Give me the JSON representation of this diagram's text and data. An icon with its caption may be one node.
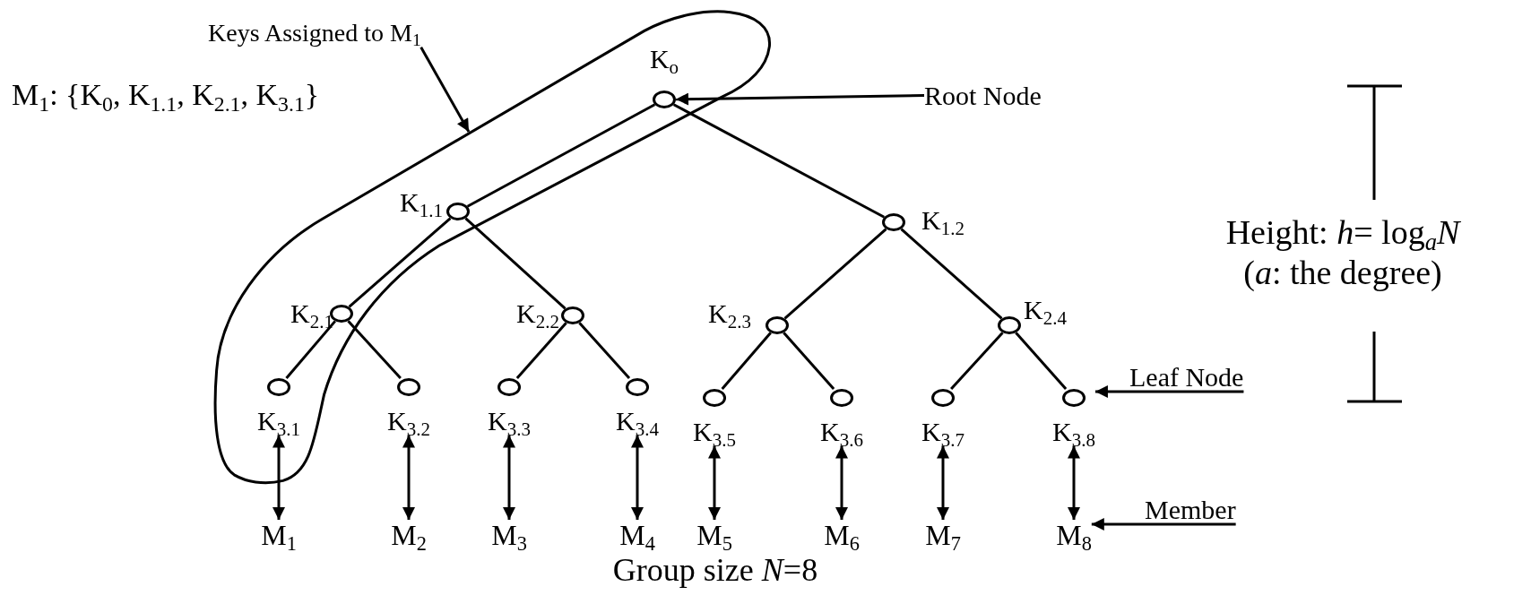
{
  "diagram": {
    "nodes": [
      {
        "text": [],
        "shape": "loop"
      },
      {
        "text": [],
        "shape": "circle",
        "beside": [
          "K$_{o}$"
        ],
        "in": 0
      },
      {
        "text": [],
        "shape": "circle",
        "beside": [
          "K$_{1.1}$"
        ],
        "in": 0
      },
      {
        "text": [],
        "shape": "circle",
        "beside": [
          "K$_{1.2}$"
        ]
      },
      {
        "text": [],
        "shape": "circle",
        "beside": [
          "K$_{2.1}$"
        ],
        "in": 0
      },
      {
        "text": [],
        "shape": "circle",
        "beside": [
          "K$_{2.2}$"
        ]
      },
      {
        "text": [],
        "shape": "circle",
        "beside": [
          "K$_{2.3}$"
        ]
      },
      {
        "text": [],
        "shape": "circle",
        "beside": [
          "K$_{2.4}$"
        ]
      },
      {
        "text": [
          "K$_{3.1}$"
        ],
        "in": 0
      },
      {
        "text": [
          "K$_{3.2}$"
        ]
      },
      {
        "text": [
          "K$_{3.3}$"
        ]
      },
      {
        "text": [
          "K$_{3.4}$"
        ]
      },
      {
        "text": [
          "K$_{3.5}$"
        ]
      },
      {
        "text": [
          "K$_{3.6}$"
        ]
      },
      {
        "text": [
          "K$_{3.7}$"
        ]
      },
      {
        "text": [
          "K$_{3.8}$"
        ]
      },
      {
        "text": [
          "M$_{1}$"
        ]
      },
      {
        "text": [
          "M$_{2}$"
        ]
      },
      {
        "text": [
          "M$_{3}$"
        ]
      },
      {
        "text": [
          "M$_{4}$"
        ]
      },
      {
        "text": [
          "M$_{5}$"
        ]
      },
      {
        "text": [
          "M$_{6}$"
        ]
      },
      {
        "text": [
          "M$_{7}$"
        ]
      },
      {
        "text": [
          "M$_{8}$"
        ]
      },
      {
        "text": [
          "Keys Assigned to M$_{1}$"
        ]
      },
      {
        "text": [
          "Root Node"
        ]
      },
      {
        "text": [
          "Leaf Node"
        ]
      },
      {
        "text": [
          "Member"
        ]
      }
    ],
    "edges": [
      {
        "from": 1,
        "to": 2,
        "arrow": "none"
      },
      {
        "from": 1,
        "to": 3,
        "arrow": "none"
      },
      {
        "from": 2,
        "to": 4,
        "arrow": "none"
      },
      {
        "from": 2,
        "to": 5,
        "arrow": "none"
      },
      {
        "from": 3,
        "to": 6,
        "arrow": "none"
      },
      {
        "from": 3,
        "to": 7,
        "arrow": "none"
      },
      {
        "from": 4,
        "to": 8,
        "arrow": "none"
      },
      {
        "from": 4,
        "to": 9,
        "arrow": "none"
      },
      {
        "from": 5,
        "to": 10,
        "arrow": "none"
      },
      {
        "from": 5,
        "to": 11,
        "arrow": "none"
      },
      {
        "from": 6,
        "to": 12,
        "arrow": "none"
      },
      {
        "from": 6,
        "to": 13,
        "arrow": "none"
      },
      {
        "from": 7,
        "to": 14,
        "arrow": "none"
      },
      {
        "from": 7,
        "to": 15,
        "arrow": "none"
      },
      {
        "from": 8,
        "to": 16,
        "arrow": "both"
      },
      {
        "from": 9,
        "to": 17,
        "arrow": "both"
      },
      {
        "from": 10,
        "to": 18,
        "arrow": "both"
      },
      {
        "from": 11,
        "to": 19,
        "arrow": "both"
      },
      {
        "from": 12,
        "to": 20,
        "arrow": "both"
      },
      {
        "from": 13,
        "to": 21,
        "arrow": "both"
      },
      {
        "from": 14,
        "to": 22,
        "arrow": "both"
      },
      {
        "from": 15,
        "to": 23,
        "arrow": "both"
      },
      {
        "from": 24,
        "to": 0,
        "arrow": "to"
      },
      {
        "from": 25,
        "to": 1,
        "arrow": "to"
      },
      {
        "from": 26,
        "to": 15,
        "arrow": "to"
      },
      {
        "from": 27,
        "to": 23,
        "arrow": "to"
      }
    ],
    "labels": [
      "M$_{1}$: {K$_{0}$, K$_{1.1}$, K$_{2.1}$, K$_{3.1}$}",
      "Height: *h*= log$_{a}$*N*",
      "(*a*: the degree)",
      "Group size *N*=8"
    ]
  }
}
